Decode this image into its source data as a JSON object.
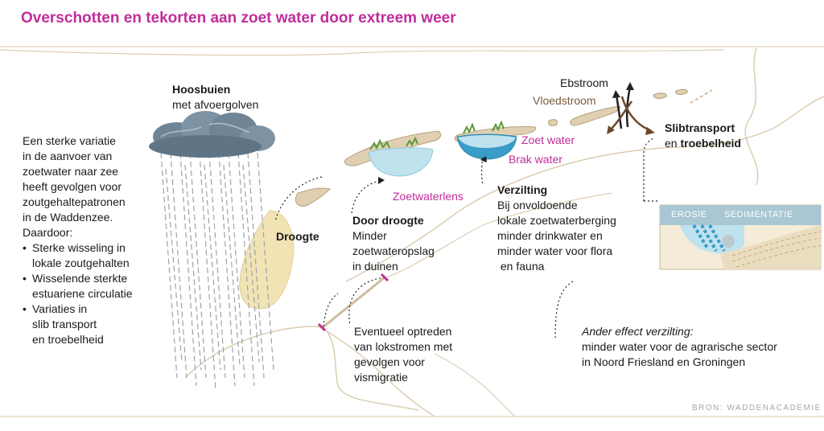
{
  "title": "Overschotten en tekorten aan zoet water door extreem weer",
  "intro": {
    "lines": [
      "Een sterke variatie",
      "in de aanvoer van",
      "zoetwater naar zee",
      "heeft gevolgen voor",
      "zoutgehaltepatronen",
      "in de Waddenzee.",
      "Daardoor:"
    ],
    "bullets": [
      [
        "Sterke wisseling in",
        "lokale zoutgehalten"
      ],
      [
        "Wisselende sterkte",
        "estuariene circulatie"
      ],
      [
        "Variaties in",
        "slib transport",
        "en troebelheid"
      ]
    ]
  },
  "hoosbuien": {
    "title": "Hoosbuien",
    "sub": "met afvoergolven"
  },
  "droogte": "Droogte",
  "door_droogte": {
    "title": "Door droogte",
    "lines": [
      "Minder",
      "zoetwateropslag",
      "in duinen"
    ]
  },
  "zoetwaterlens": "Zoetwaterlens",
  "zoet_water": "Zoet water",
  "brak_water": "Brak water",
  "verzilting": {
    "title": "Verzilting",
    "lines": [
      "Bij onvoldoende",
      "lokale zoetwaterberging",
      "minder drinkwater en",
      "minder water voor flora",
      " en fauna"
    ]
  },
  "ebstroom": "Ebstroom",
  "vloedstroom": "Vloedstroom",
  "slibtransport": {
    "title": "Slibtransport",
    "en": "en ",
    "bold2": "troebelheid"
  },
  "erosie": "EROSIE",
  "sedimentatie": "SEDIMENTATIE",
  "lokstromen": [
    "Eventueel optreden",
    "van lokstromen met",
    "gevolgen voor",
    "vismigratie"
  ],
  "ander_effect": {
    "title": "Ander effect verzilting:",
    "lines": [
      "minder water voor de agrarische sector",
      "in Noord Friesland en Groningen"
    ]
  },
  "bron": "BRON: WADDENACADEMIE",
  "colors": {
    "accent": "#c12d9b",
    "coast": "#d9c9ad",
    "sand": "#f1e3b4",
    "water_light": "#bfe2ef",
    "water_dark": "#3a9cc8"
  }
}
